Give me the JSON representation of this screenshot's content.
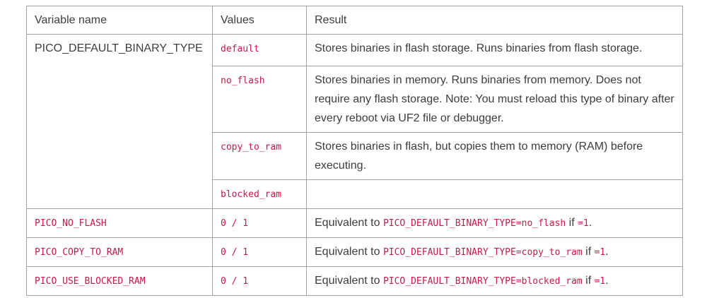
{
  "colors": {
    "text": "#3d3d3d",
    "code_red": "#c51a4a",
    "border": "#a3a3a3",
    "page_bg": "#ffffff"
  },
  "table": {
    "headers": {
      "variable_name": "Variable name",
      "values": "Values",
      "result": "Result"
    },
    "binary_type": {
      "variable": "PICO_DEFAULT_BINARY_TYPE",
      "options": [
        {
          "value": "default",
          "result": "Stores binaries in flash storage. Runs binaries from flash storage."
        },
        {
          "value": "no_flash",
          "result": "Stores binaries in memory. Runs binaries from memory. Does not require any flash storage. Note: You must reload this type of binary after every reboot via UF2 file or debugger."
        },
        {
          "value": "copy_to_ram",
          "result": "Stores binaries in flash, but copies them to memory (RAM) before executing."
        },
        {
          "value": "blocked_ram",
          "result": ""
        }
      ]
    },
    "flags": [
      {
        "variable": "PICO_NO_FLASH",
        "values": "0 / 1",
        "result": {
          "prefix": "Equivalent to ",
          "code": "PICO_DEFAULT_BINARY_TYPE=no_flash",
          "mid": " if ",
          "code2": "=1",
          "suffix": "."
        }
      },
      {
        "variable": "PICO_COPY_TO_RAM",
        "values": "0 / 1",
        "result": {
          "prefix": "Equivalent to ",
          "code": "PICO_DEFAULT_BINARY_TYPE=copy_to_ram",
          "mid": " if ",
          "code2": "=1",
          "suffix": "."
        }
      },
      {
        "variable": "PICO_USE_BLOCKED_RAM",
        "values": "0 / 1",
        "result": {
          "prefix": "Equivalent to ",
          "code": "PICO_DEFAULT_BINARY_TYPE=blocked_ram",
          "mid": " if ",
          "code2": "=1",
          "suffix": "."
        }
      }
    ]
  }
}
